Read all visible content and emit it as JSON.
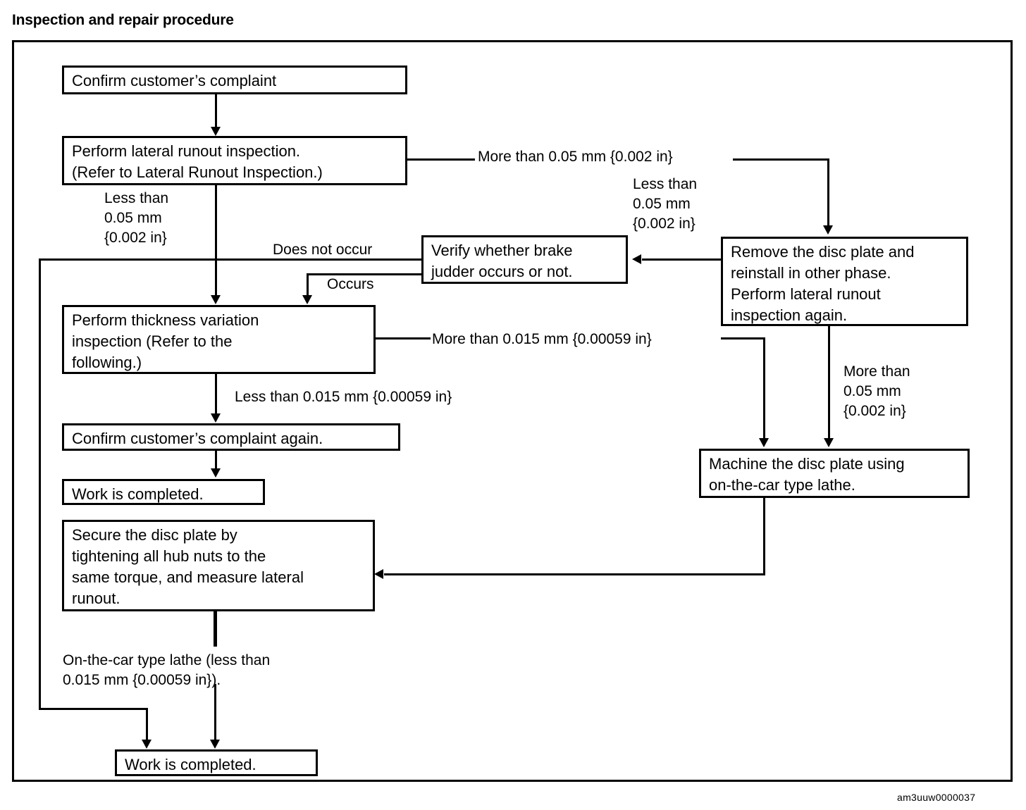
{
  "page": {
    "title": "Inspection and repair procedure",
    "credit": "am3uuw0000037"
  },
  "chart_data": {
    "type": "diagram",
    "title": "Inspection and repair procedure",
    "nodes": [
      {
        "id": "confirm-complaint",
        "label": "Confirm customer’s complaint"
      },
      {
        "id": "lateral-runout",
        "label": "Perform lateral runout inspection.\n(Refer to Lateral Runout Inspection.)"
      },
      {
        "id": "verify-judder",
        "label": "Verify whether brake\njudder occurs or not."
      },
      {
        "id": "remove-disc",
        "label": "Remove the disc plate and\nreinstall in other phase.\nPerform lateral runout\ninspection again."
      },
      {
        "id": "thickness-variation",
        "label": "Perform thickness variation\ninspection (Refer to the\nfollowing.)"
      },
      {
        "id": "confirm-again",
        "label": "Confirm customer’s complaint again."
      },
      {
        "id": "work-completed-1",
        "label": "Work is completed."
      },
      {
        "id": "secure-disc",
        "label": "Secure the disc plate by\ntightening all hub nuts to the\nsame torque, and measure lateral\nrunout."
      },
      {
        "id": "machine-disc",
        "label": "Machine the disc plate using\non-the-car type lathe."
      },
      {
        "id": "work-completed-2",
        "label": "Work is completed."
      }
    ],
    "edge_labels": [
      {
        "id": "more-005-top",
        "text": "More than 0.05 mm {0.002 in}",
        "from": "lateral-runout",
        "to": "remove-disc"
      },
      {
        "id": "less-005-left",
        "text": "Less than\n0.05 mm\n{0.002 in}",
        "from": "lateral-runout",
        "to": "thickness-variation"
      },
      {
        "id": "less-005-right",
        "text": "Less than\n0.05 mm\n{0.002 in}",
        "from": "remove-disc",
        "to": "verify-judder"
      },
      {
        "id": "does-not-occur",
        "text": "Does not occur",
        "from": "verify-judder",
        "to": "work-completed-2"
      },
      {
        "id": "occurs",
        "text": "Occurs",
        "from": "verify-judder",
        "to": "thickness-variation"
      },
      {
        "id": "more-0015",
        "text": "More than 0.015 mm {0.00059 in}",
        "from": "thickness-variation",
        "to": "machine-disc"
      },
      {
        "id": "less-0015",
        "text": "Less than 0.015 mm {0.00059 in}",
        "from": "thickness-variation",
        "to": "confirm-again"
      },
      {
        "id": "more-005-right",
        "text": "More than\n0.05 mm\n{0.002 in}",
        "from": "remove-disc",
        "to": "machine-disc"
      },
      {
        "id": "lathe-note",
        "text": "On-the-car type lathe (less than\n0.015 mm {0.00059 in}).",
        "from": "secure-disc",
        "to": "work-completed-2"
      }
    ]
  }
}
